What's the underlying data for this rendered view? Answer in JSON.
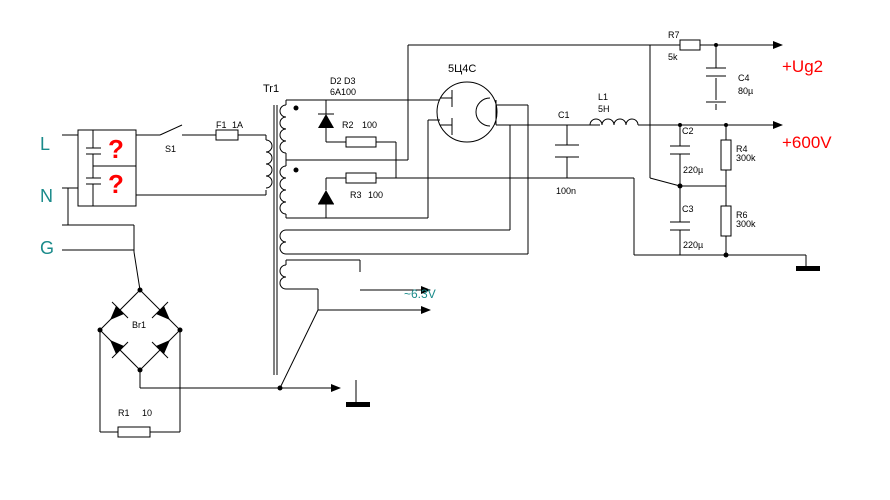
{
  "terminals": {
    "L": "L",
    "N": "N",
    "G": "G"
  },
  "question_marks": [
    "?",
    "?"
  ],
  "labels": {
    "switch": "S1",
    "fuse": "F1",
    "fuse_rating": "1A",
    "transformer": "Tr1",
    "diodes": "D2  D3",
    "diode_rating": "6A100",
    "r2": "R2",
    "r2_value": "100",
    "r3": "R3",
    "r3_value": "100",
    "tube": "5Ц4С",
    "c1": "C1",
    "c1_value": "100n",
    "l1": "L1",
    "l1_value": "5H",
    "r7": "R7",
    "r7_value": "5k",
    "c4": "C4",
    "c4_value": "80µ",
    "c2": "C2",
    "c2_value": "220µ",
    "c3": "C3",
    "c3_value": "220µ",
    "r4": "R4",
    "r4_value": "300k",
    "r6": "R6",
    "r6_value": "300k",
    "bridge": "Br1",
    "r1": "R1",
    "r1_value": "10",
    "heater": "~6.3V"
  },
  "outputs": {
    "ug2": "+Ug2",
    "hv": "+600V"
  },
  "colors": {
    "terminal": "#1a8a8a",
    "output": "#ff0000",
    "wire": "#000000"
  }
}
